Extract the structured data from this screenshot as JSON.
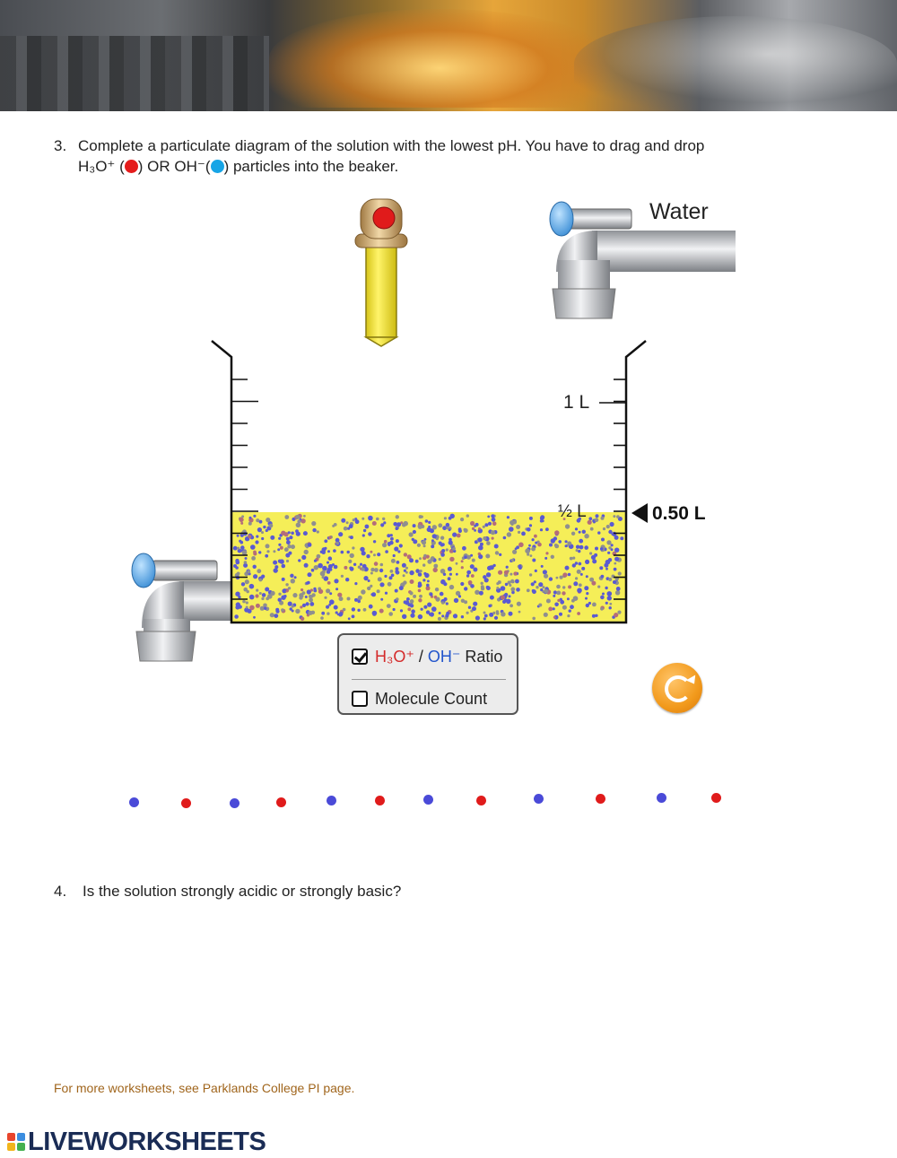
{
  "question3": {
    "number": "3.",
    "text_part1": "Complete a particulate diagram of the solution with the lowest pH. You have to drag and drop",
    "h3o": "H₃O⁺",
    "open_paren1": " (",
    "close_paren1": ") OR ",
    "oh": "OH⁻",
    "open_paren2": "(",
    "close_paren2": ") particles into the beaker."
  },
  "simulation": {
    "water_label": "Water",
    "mark_1L": "1 L",
    "mark_half": "½ L",
    "volume_readout": "0.50 L",
    "panel": {
      "ratio_checked": true,
      "ratio_h3o": "H₃O⁺",
      "ratio_slash": " / ",
      "ratio_oh": "OH⁻",
      "ratio_word": " Ratio",
      "count_checked": false,
      "count_label": "Molecule Count"
    },
    "colors": {
      "h3o": "#e01b1b",
      "oh": "#4a4ad8",
      "solution": "#f5ee58",
      "dropper": "#f2e23a"
    }
  },
  "draggable_ions": [
    {
      "type": "OH-",
      "color": "#4a4ad8"
    },
    {
      "type": "H3O+",
      "color": "#e01b1b"
    },
    {
      "type": "OH-",
      "color": "#4a4ad8"
    },
    {
      "type": "H3O+",
      "color": "#e01b1b"
    },
    {
      "type": "OH-",
      "color": "#4a4ad8"
    },
    {
      "type": "H3O+",
      "color": "#e01b1b"
    },
    {
      "type": "OH-",
      "color": "#4a4ad8"
    },
    {
      "type": "H3O+",
      "color": "#e01b1b"
    },
    {
      "type": "OH-",
      "color": "#4a4ad8"
    },
    {
      "type": "H3O+",
      "color": "#e01b1b"
    },
    {
      "type": "OH-",
      "color": "#4a4ad8"
    },
    {
      "type": "H3O+",
      "color": "#e01b1b"
    }
  ],
  "question4": {
    "number": "4.",
    "text": "Is the solution strongly acidic or strongly basic?"
  },
  "footer": {
    "note": "For more worksheets, see Parklands College PI page.",
    "logo_text": "LIVEWORKSHEETS"
  }
}
